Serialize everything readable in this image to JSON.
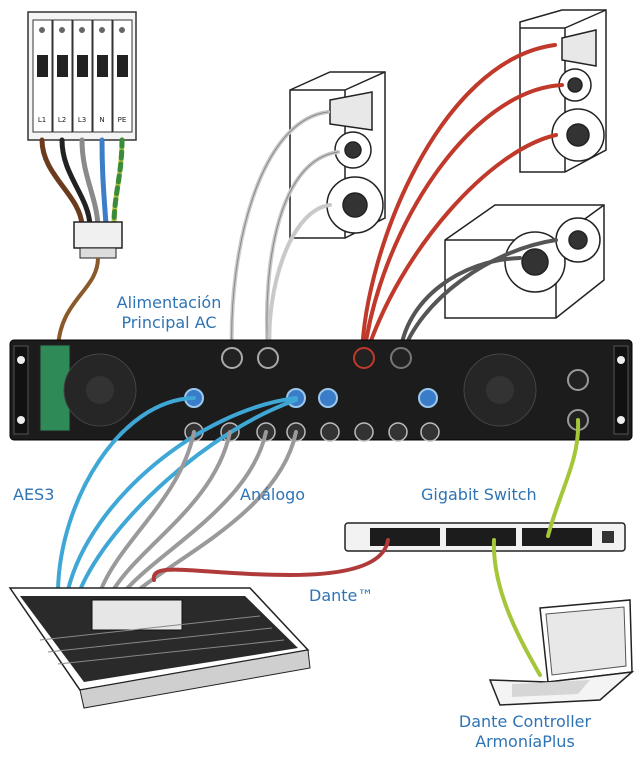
{
  "labels": {
    "ac_line1": "Alimentación",
    "ac_line2": "Principal AC",
    "aes3": "AES3",
    "analog": "Análogo",
    "gigabit": "Gigabit Switch",
    "dante": "Dante™",
    "controller_line1": "Dante Controller",
    "controller_line2": "ArmoníaPlus"
  },
  "breaker_labels": [
    "L1",
    "L2",
    "L3",
    "N",
    "PE"
  ],
  "colors": {
    "label": "#2e74b5",
    "aes_cable": "#3fa7d6",
    "analog_cable": "#9a9a9a",
    "speaker_cable_white": "#c9c9c9",
    "speaker_cable_red": "#c0392b",
    "speaker_cable_dark": "#555555",
    "dante_cable": "#b03a3a",
    "network_cable": "#a4c639",
    "power_cable": "#8b5a2b",
    "amp_body": "#1c1c1c"
  }
}
